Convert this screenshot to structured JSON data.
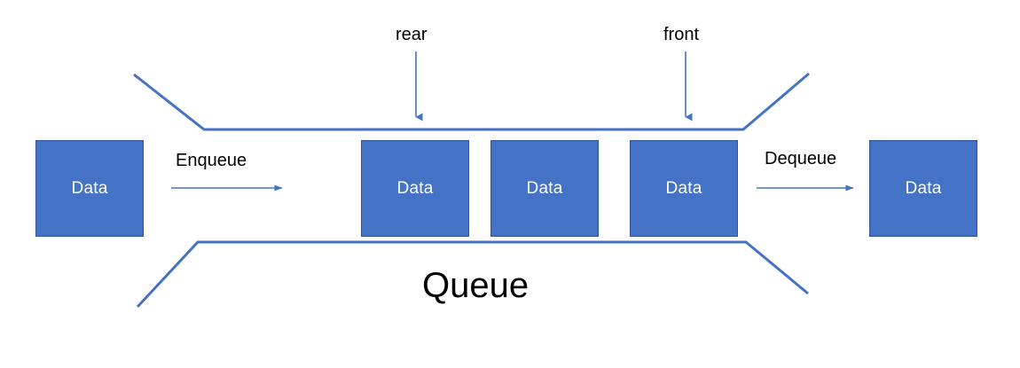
{
  "diagram": {
    "title": "Queue",
    "accent_color": "#4472C4",
    "box_border_color": "#2F5597",
    "line_color": "#4472C4",
    "text_color": "#000000",
    "box_label_color": "#FFFFFF",
    "background": "#FFFFFF",
    "boxes": [
      {
        "label": "Data",
        "role": "incoming-element"
      },
      {
        "label": "Data",
        "role": "queued-element-rear"
      },
      {
        "label": "Data",
        "role": "queued-element-middle"
      },
      {
        "label": "Data",
        "role": "queued-element-front"
      },
      {
        "label": "Data",
        "role": "outgoing-element"
      }
    ],
    "operations": [
      {
        "label": "Enqueue",
        "direction": "right"
      },
      {
        "label": "Dequeue",
        "direction": "right"
      }
    ],
    "pointers": [
      {
        "label": "rear",
        "direction": "down"
      },
      {
        "label": "front",
        "direction": "down"
      }
    ]
  }
}
